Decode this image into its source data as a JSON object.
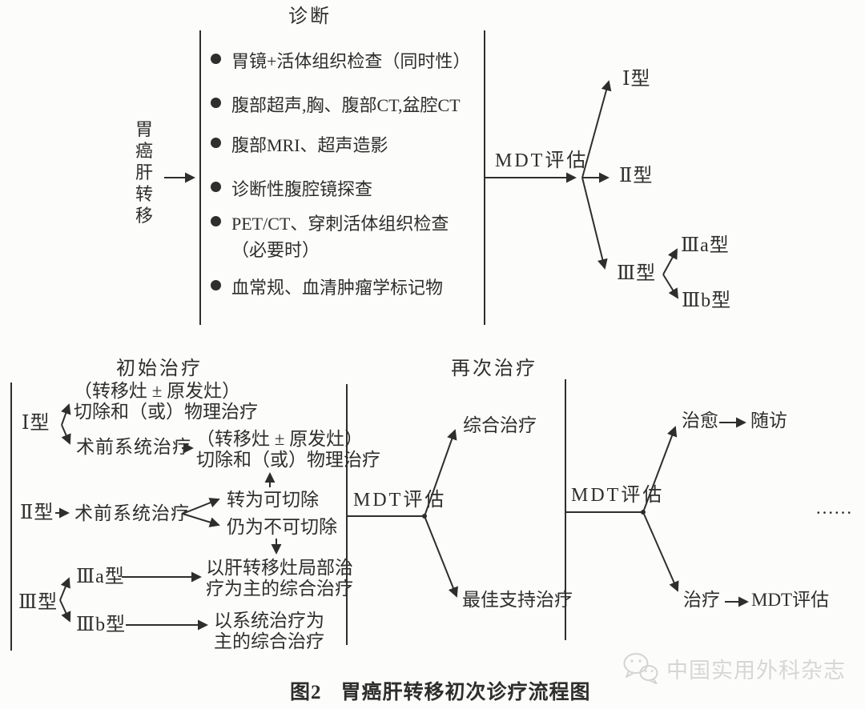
{
  "colors": {
    "ink": "#2e2e2e",
    "background": "#fcfcfa",
    "watermark": "#d6d6d6"
  },
  "diagnosis": {
    "title": "诊断",
    "source_label": "胃癌肝转移",
    "bullets": [
      {
        "line1": "胃镜+活体组织检查（同时性）"
      },
      {
        "line1": "腹部超声,胸、腹部CT,盆腔CT"
      },
      {
        "line1": "腹部MRI、超声造影"
      },
      {
        "line1": "诊断性腹腔镜探查"
      },
      {
        "line1": "PET/CT、穿刺活体组织检查",
        "line2": "（必要时）"
      },
      {
        "line1": "血常规、血清肿瘤学标记物"
      }
    ],
    "mdt_label": "MDT评估",
    "type1": "Ⅰ型",
    "type2": "Ⅱ型",
    "type3": "Ⅲ型",
    "type3a": "Ⅲa型",
    "type3b": "Ⅲb型"
  },
  "treatment": {
    "initial_title": "初始治疗",
    "retreat_title": "再次治疗",
    "type1": "Ⅰ型",
    "type1_option1_line1": "（转移灶 ± 原发灶）",
    "type1_option1_line2": "切除和（或）物理治疗",
    "type1_option2": "术前系统治疗",
    "resection_line1": "（转移灶 ± 原发灶）",
    "resection_line2": "切除和（或）物理治疗",
    "type2": "Ⅱ型",
    "type2_step": "术前系统治疗",
    "convertible": "转为可切除",
    "unresectable": "仍为不可切除",
    "type3": "Ⅲ型",
    "type3a": "Ⅲa型",
    "type3b": "Ⅲb型",
    "local_tx_line1": "以肝转移灶局部治",
    "local_tx_line2": "疗为主的综合治疗",
    "systemic_tx_line1": "以系统治疗为",
    "systemic_tx_line2": "主的综合治疗",
    "mdt_label_mid": "MDT评估",
    "comprehensive": "综合治疗",
    "best_support": "最佳支持治疗",
    "mdt_label_right": "MDT评估",
    "cured": "治愈",
    "followup": "随访",
    "treat": "治疗",
    "mdt_eval_next": "MDT评估",
    "ellipsis": "……"
  },
  "caption": {
    "fig_no": "图2",
    "title": "胃癌肝转移初次诊疗流程图"
  },
  "watermark": {
    "text": "中国实用外科杂志"
  }
}
